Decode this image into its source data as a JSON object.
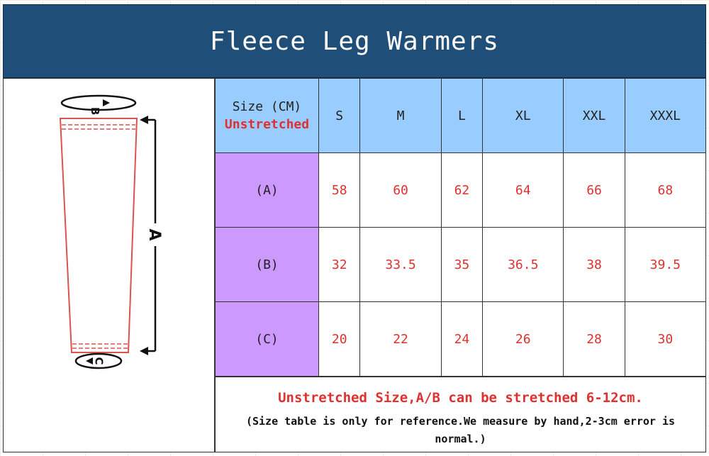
{
  "banner": {
    "title": "Fleece Leg Warmers"
  },
  "diagram": {
    "label_a": "A",
    "label_b": "B",
    "label_c": "C"
  },
  "table": {
    "header_line1": "Size (CM)",
    "header_line2": "Unstretched",
    "sizes": [
      "S",
      "M",
      "L",
      "XL",
      "XXL",
      "XXXL"
    ],
    "rows": [
      {
        "label": "(A)",
        "values": [
          "58",
          "60",
          "62",
          "64",
          "66",
          "68"
        ]
      },
      {
        "label": "(B)",
        "values": [
          "32",
          "33.5",
          "35",
          "36.5",
          "38",
          "39.5"
        ]
      },
      {
        "label": "(C)",
        "values": [
          "20",
          "22",
          "24",
          "26",
          "28",
          "30"
        ]
      }
    ]
  },
  "note": {
    "line1": "Unstretched Size,A/B can be stretched 6-12cm.",
    "line2": "(Size table is only for reference.We measure by hand,2-3cm error is normal.)"
  },
  "colors": {
    "banner": "#1f4e79",
    "header_cells": "#99ccff",
    "row_label_cells": "#cc99ff",
    "values": "#e03030",
    "warmer_outline": "#d9534f"
  }
}
